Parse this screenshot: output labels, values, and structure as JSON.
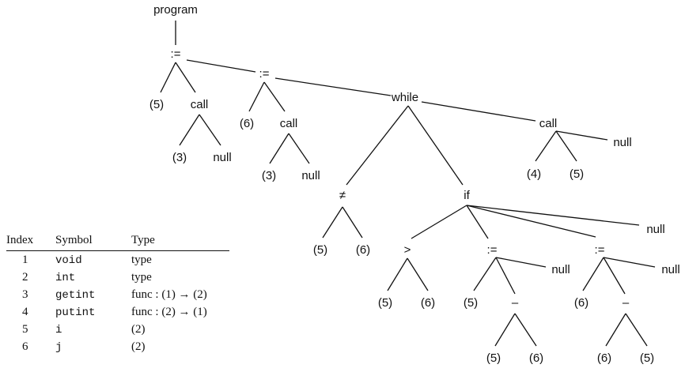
{
  "tree": {
    "nodes": {
      "program": "program",
      "assign1": ":=",
      "assign1_lhs": "(5)",
      "call1": "call",
      "call1_arg": "(3)",
      "call1_null": "null",
      "assign2": ":=",
      "assign2_lhs": "(6)",
      "call2": "call",
      "call2_arg": "(3)",
      "call2_null": "null",
      "while": "while",
      "neq": "≠",
      "neq_l": "(5)",
      "neq_r": "(6)",
      "if": "if",
      "gt": ">",
      "gt_l": "(5)",
      "gt_r": "(6)",
      "assign3": ":=",
      "assign3_lhs": "(5)",
      "minus1": "–",
      "minus1_l": "(5)",
      "minus1_r": "(6)",
      "assign3_null": "null",
      "assign4": ":=",
      "assign4_lhs": "(6)",
      "minus2": "–",
      "minus2_l": "(6)",
      "minus2_r": "(5)",
      "assign4_null": "null",
      "if_null": "null",
      "call3": "call",
      "call3_a": "(4)",
      "call3_b": "(5)",
      "call3_null": "null"
    }
  },
  "symbol_table": {
    "headers": {
      "index": "Index",
      "symbol": "Symbol",
      "type": "Type"
    },
    "rows": [
      {
        "index": "1",
        "symbol": "void",
        "type": "type"
      },
      {
        "index": "2",
        "symbol": "int",
        "type": "type"
      },
      {
        "index": "3",
        "symbol": "getint",
        "type": "func : (1) → (2)"
      },
      {
        "index": "4",
        "symbol": "putint",
        "type": "func : (2) → (1)"
      },
      {
        "index": "5",
        "symbol": "i",
        "type": "(2)"
      },
      {
        "index": "6",
        "symbol": "j",
        "type": "(2)"
      }
    ]
  }
}
